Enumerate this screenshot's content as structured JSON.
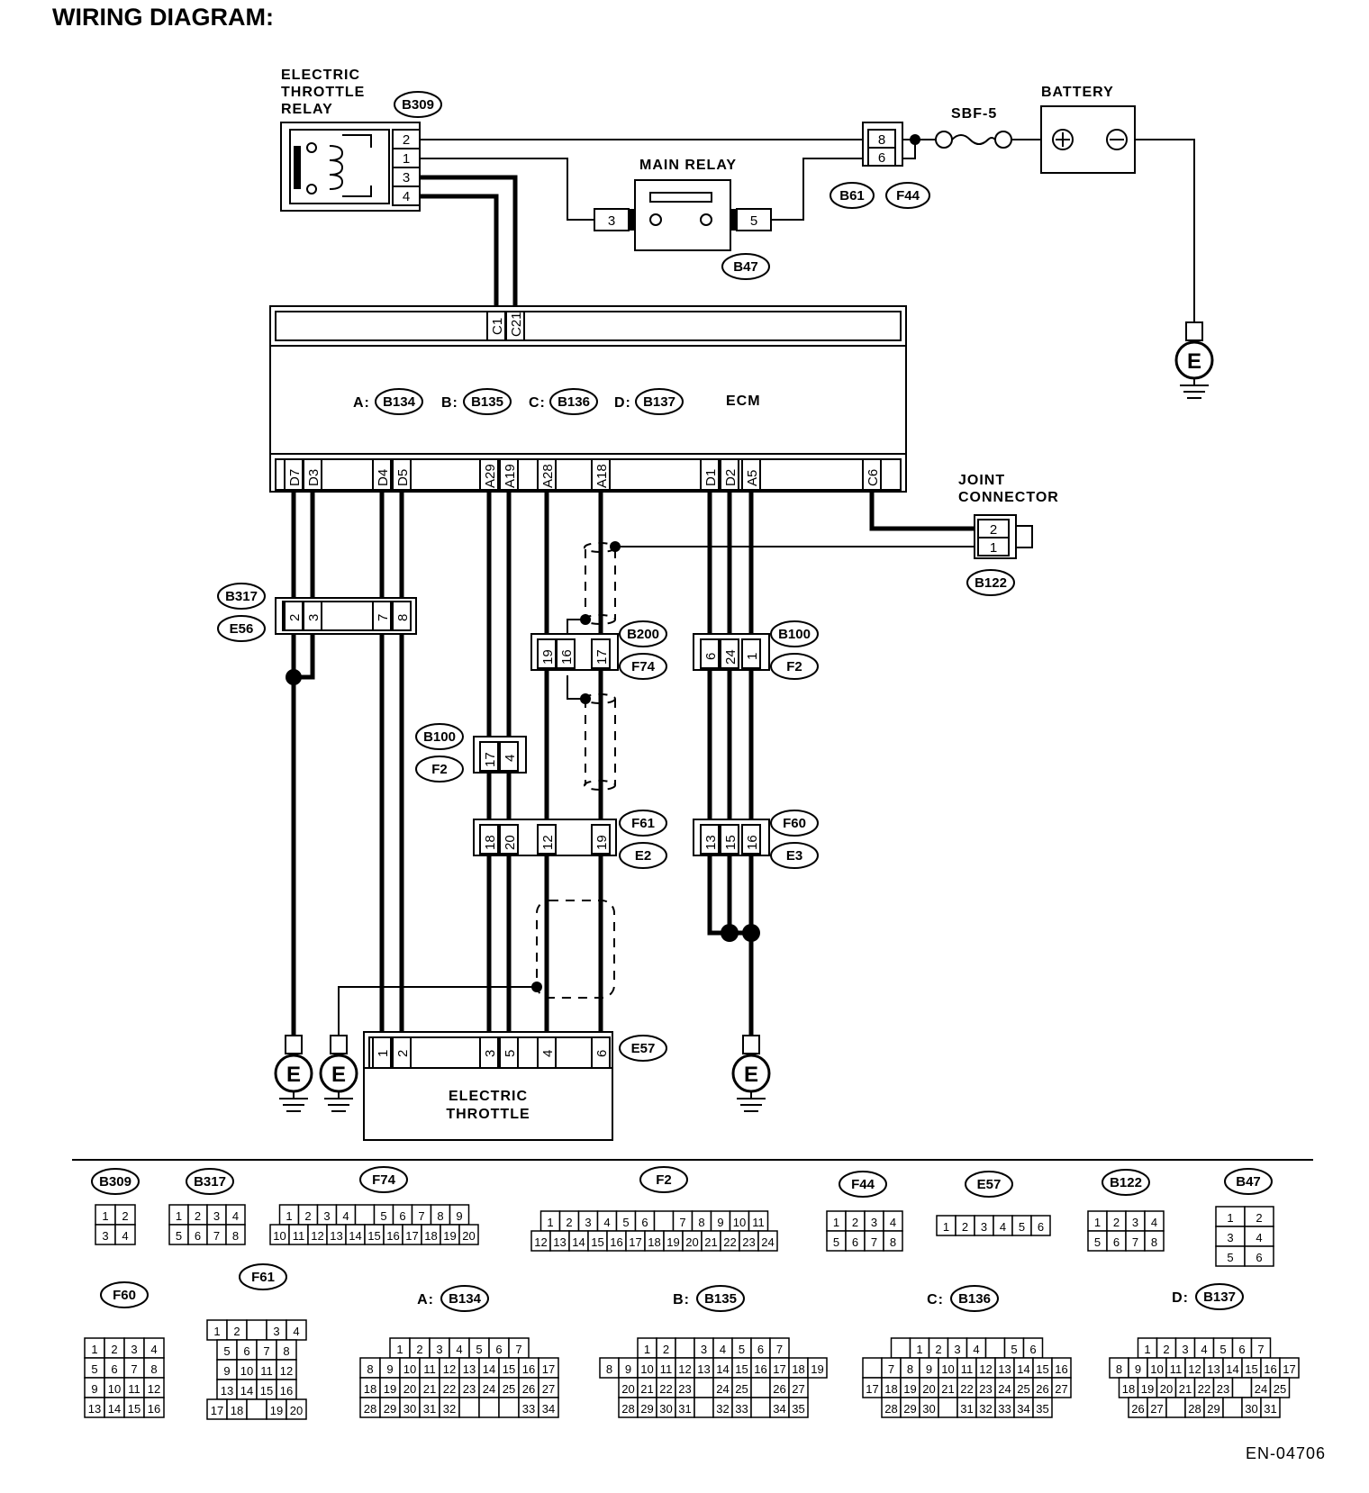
{
  "title": "WIRING DIAGRAM:",
  "doc_code": "EN-04706",
  "components": {
    "throttle_relay": {
      "lines": [
        "ELECTRIC",
        "THROTTLE",
        "RELAY"
      ],
      "connector": "B309",
      "pins": [
        "2",
        "1",
        "3",
        "4"
      ]
    },
    "main_relay": {
      "label": "MAIN RELAY",
      "connector": "B47",
      "pin_left": "3",
      "pin_right": "5"
    },
    "battery": {
      "label": "BATTERY",
      "pos": "+",
      "neg": "−"
    },
    "fuse": {
      "label": "SBF-5"
    },
    "fuse_connector": {
      "pins": [
        "8",
        "6"
      ],
      "ids": [
        "B61",
        "F44"
      ]
    },
    "ecm": {
      "label": "ECM",
      "connectors": [
        {
          "prefix": "A:",
          "id": "B134"
        },
        {
          "prefix": "B:",
          "id": "B135"
        },
        {
          "prefix": "C:",
          "id": "B136"
        },
        {
          "prefix": "D:",
          "id": "B137"
        }
      ],
      "top_pins": [
        "C1",
        "C21"
      ],
      "bottom_pins": [
        "D7",
        "D3",
        "D4",
        "D5",
        "A29",
        "A19",
        "A28",
        "A18",
        "D1",
        "D2",
        "A5",
        "C6"
      ]
    },
    "joint_connector": {
      "lines": [
        "JOINT",
        "CONNECTOR"
      ],
      "id": "B122",
      "pins": [
        "2",
        "1"
      ]
    },
    "b317_e56": {
      "ids": [
        "B317",
        "E56"
      ],
      "pins": [
        "2",
        "3",
        "7",
        "8"
      ]
    },
    "b200_f74": {
      "ids": [
        "B200",
        "F74"
      ],
      "pins": [
        "19",
        "16",
        "17"
      ]
    },
    "b100_f2_right": {
      "ids": [
        "B100",
        "F2"
      ],
      "pins": [
        "6",
        "24",
        "1"
      ]
    },
    "b100_f2_left": {
      "ids": [
        "B100",
        "F2"
      ],
      "pins": [
        "17",
        "4"
      ]
    },
    "f61_e2": {
      "ids": [
        "F61",
        "E2"
      ],
      "pins": [
        "18",
        "20",
        "12",
        "19"
      ]
    },
    "f60_e3": {
      "ids": [
        "F60",
        "E3"
      ],
      "pins": [
        "13",
        "15",
        "16"
      ]
    },
    "throttle": {
      "lines": [
        "ELECTRIC",
        "THROTTLE"
      ],
      "id": "E57",
      "pins": [
        "1",
        "2",
        "3",
        "5",
        "4",
        "6"
      ]
    },
    "ground": "E"
  },
  "connector_views": {
    "B309": {
      "rows": [
        [
          "1",
          "2"
        ],
        [
          "3",
          "4"
        ]
      ]
    },
    "B317": {
      "rows": [
        [
          "1",
          "2",
          "3",
          "4"
        ],
        [
          "5",
          "6",
          "7",
          "8"
        ]
      ]
    },
    "F74": {
      "rows": [
        [
          "1",
          "2",
          "3",
          "4",
          "",
          "5",
          "6",
          "7",
          "8",
          "9"
        ],
        [
          "10",
          "11",
          "12",
          "13",
          "14",
          "15",
          "16",
          "17",
          "18",
          "19",
          "20"
        ]
      ]
    },
    "F2": {
      "rows": [
        [
          "1",
          "2",
          "3",
          "4",
          "5",
          "6",
          "",
          "7",
          "8",
          "9",
          "10",
          "11"
        ],
        [
          "12",
          "13",
          "14",
          "15",
          "16",
          "17",
          "18",
          "19",
          "20",
          "21",
          "22",
          "23",
          "24"
        ]
      ]
    },
    "F44": {
      "rows": [
        [
          "1",
          "2",
          "3",
          "4"
        ],
        [
          "5",
          "6",
          "7",
          "8"
        ]
      ]
    },
    "E57": {
      "rows": [
        [
          "1",
          "2",
          "3",
          "4",
          "5",
          "6"
        ]
      ]
    },
    "B122": {
      "rows": [
        [
          "1",
          "2",
          "3",
          "4"
        ],
        [
          "5",
          "6",
          "7",
          "8"
        ]
      ]
    },
    "B47": {
      "rows": [
        [
          "1",
          "2"
        ],
        [
          "3",
          "4"
        ],
        [
          "5",
          "6"
        ]
      ]
    },
    "F60": {
      "rows": [
        [
          "1",
          "2",
          "3",
          "4"
        ],
        [
          "5",
          "6",
          "7",
          "8"
        ],
        [
          "9",
          "10",
          "11",
          "12"
        ],
        [
          "13",
          "14",
          "15",
          "16"
        ]
      ]
    },
    "F61": {
      "rows": [
        [
          "1",
          "2",
          "",
          "3",
          "4"
        ],
        [
          "5",
          "6",
          "7",
          "8"
        ],
        [
          "9",
          "10",
          "11",
          "12"
        ],
        [
          "13",
          "14",
          "15",
          "16"
        ],
        [
          "17",
          "18",
          "",
          "19",
          "20"
        ]
      ]
    },
    "B134": {
      "prefix": "A:",
      "rows": [
        [
          "1",
          "2",
          "3",
          "4",
          "5",
          "6",
          "7"
        ],
        [
          "8",
          "9",
          "10",
          "11",
          "12",
          "13",
          "14",
          "15",
          "16",
          "17"
        ],
        [
          "18",
          "19",
          "20",
          "21",
          "22",
          "23",
          "24",
          "25",
          "26",
          "27"
        ],
        [
          "28",
          "29",
          "30",
          "31",
          "32",
          "",
          "",
          "",
          "33",
          "34"
        ]
      ]
    },
    "B135": {
      "prefix": "B:",
      "rows": [
        [
          "1",
          "2",
          "",
          "3",
          "4",
          "5",
          "6",
          "7"
        ],
        [
          "8",
          "9",
          "10",
          "11",
          "12",
          "13",
          "14",
          "15",
          "16",
          "17",
          "18",
          "19"
        ],
        [
          "20",
          "21",
          "22",
          "23",
          "",
          "24",
          "25",
          "",
          "26",
          "27"
        ],
        [
          "28",
          "29",
          "30",
          "31",
          "",
          "32",
          "33",
          "",
          "34",
          "35"
        ]
      ]
    },
    "B136": {
      "prefix": "C:",
      "rows": [
        [
          "",
          "1",
          "2",
          "3",
          "4",
          "",
          "5",
          "6"
        ],
        [
          "",
          "7",
          "8",
          "9",
          "10",
          "11",
          "12",
          "13",
          "14",
          "15",
          "16"
        ],
        [
          "17",
          "18",
          "19",
          "20",
          "21",
          "22",
          "23",
          "24",
          "25",
          "26",
          "27"
        ],
        [
          "28",
          "29",
          "30",
          "",
          "31",
          "32",
          "33",
          "34",
          "35"
        ]
      ]
    },
    "B137": {
      "prefix": "D:",
      "rows": [
        [
          "1",
          "2",
          "3",
          "4",
          "5",
          "6",
          "7"
        ],
        [
          "8",
          "9",
          "10",
          "11",
          "12",
          "13",
          "14",
          "15",
          "16",
          "17"
        ],
        [
          "18",
          "19",
          "20",
          "21",
          "22",
          "23",
          "",
          "24",
          "25"
        ],
        [
          "26",
          "27",
          "",
          "28",
          "29",
          "",
          "30",
          "31"
        ]
      ]
    }
  }
}
